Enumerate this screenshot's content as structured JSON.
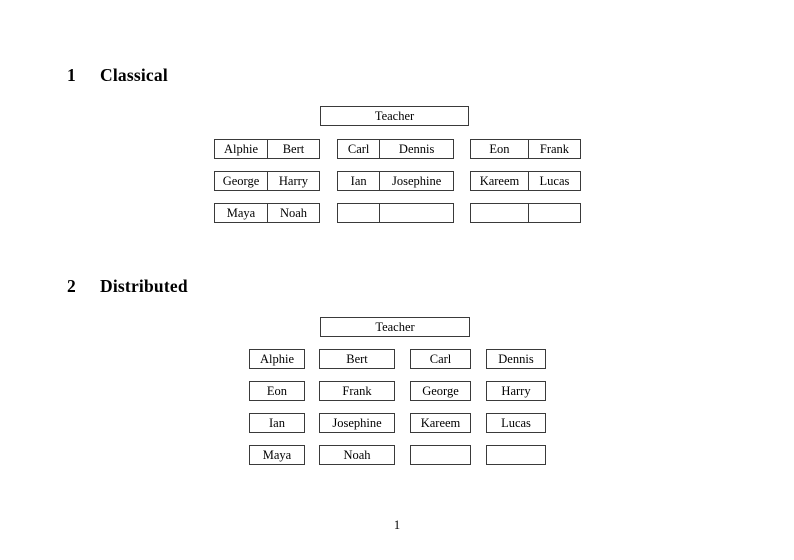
{
  "document": {
    "page_number": "1"
  },
  "sections": [
    {
      "number": "1",
      "title": "Classical",
      "teacher_label": "Teacher",
      "layout": "paired-desks",
      "rows": [
        [
          {
            "left": "Alphie",
            "right": "Bert"
          },
          {
            "left": "Carl",
            "right": "Dennis"
          },
          {
            "left": "Eon",
            "right": "Frank"
          }
        ],
        [
          {
            "left": "George",
            "right": "Harry"
          },
          {
            "left": "Ian",
            "right": "Josephine"
          },
          {
            "left": "Kareem",
            "right": "Lucas"
          }
        ],
        [
          {
            "left": "Maya",
            "right": "Noah"
          },
          {
            "left": "",
            "right": ""
          },
          {
            "left": "",
            "right": ""
          }
        ]
      ]
    },
    {
      "number": "2",
      "title": "Distributed",
      "teacher_label": "Teacher",
      "layout": "individual-desks",
      "rows": [
        [
          "Alphie",
          "Bert",
          "Carl",
          "Dennis"
        ],
        [
          "Eon",
          "Frank",
          "George",
          "Harry"
        ],
        [
          "Ian",
          "Josephine",
          "Kareem",
          "Lucas"
        ],
        [
          "Maya",
          "Noah",
          "",
          ""
        ]
      ]
    }
  ],
  "colors": {
    "border": "#3a3a3a",
    "text": "#000000",
    "background": "#ffffff"
  }
}
